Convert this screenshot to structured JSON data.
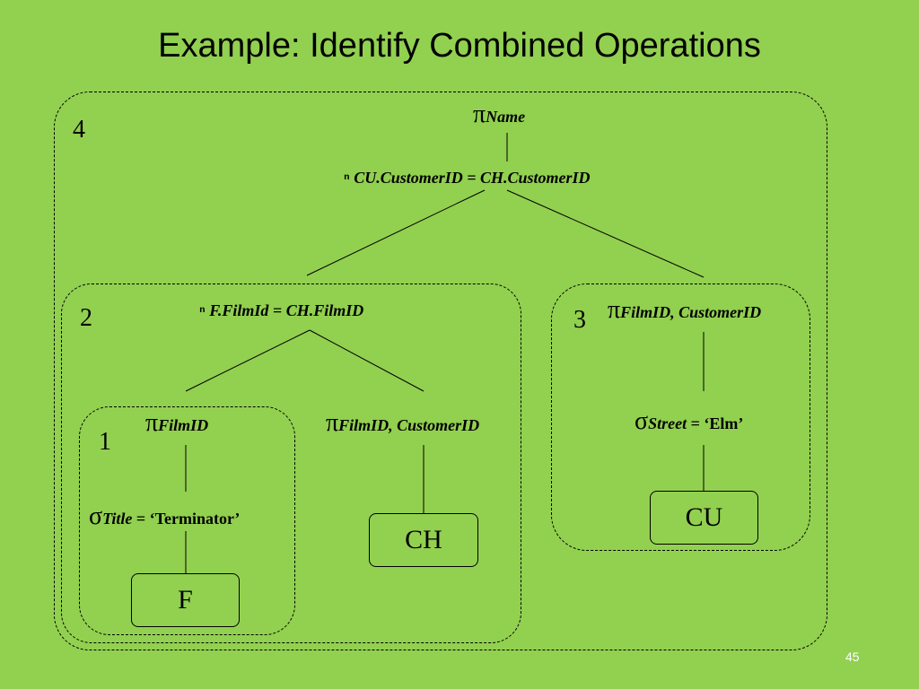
{
  "title": "Example: Identify Combined Operations",
  "page_number": "45",
  "groups": {
    "g4": "4",
    "g2": "2",
    "g3": "3",
    "g1": "1"
  },
  "operators": {
    "root_projection": {
      "symbol": "π",
      "sub": "Name"
    },
    "top_join": {
      "symbol": "ⁿ",
      "condition": "CU.CustomerID =  CH.CustomerID"
    },
    "left_join": {
      "symbol": "ⁿ",
      "condition": "F.FilmId = CH.FilmID"
    },
    "right_projection": {
      "symbol": "π",
      "sub": "FilmID, CustomerID"
    },
    "f_projection": {
      "symbol": "π",
      "sub": "FilmID"
    },
    "ch_projection": {
      "symbol": "π",
      "sub": "FilmID, CustomerID"
    },
    "street_selection": {
      "symbol": "σ",
      "sub": "Street",
      "rest": " = ‘Elm’"
    },
    "title_selection": {
      "symbol": "σ",
      "sub": "Title",
      "rest": " = ‘Terminator’"
    }
  },
  "relations": {
    "f": "F",
    "ch": "CH",
    "cu": "CU"
  }
}
